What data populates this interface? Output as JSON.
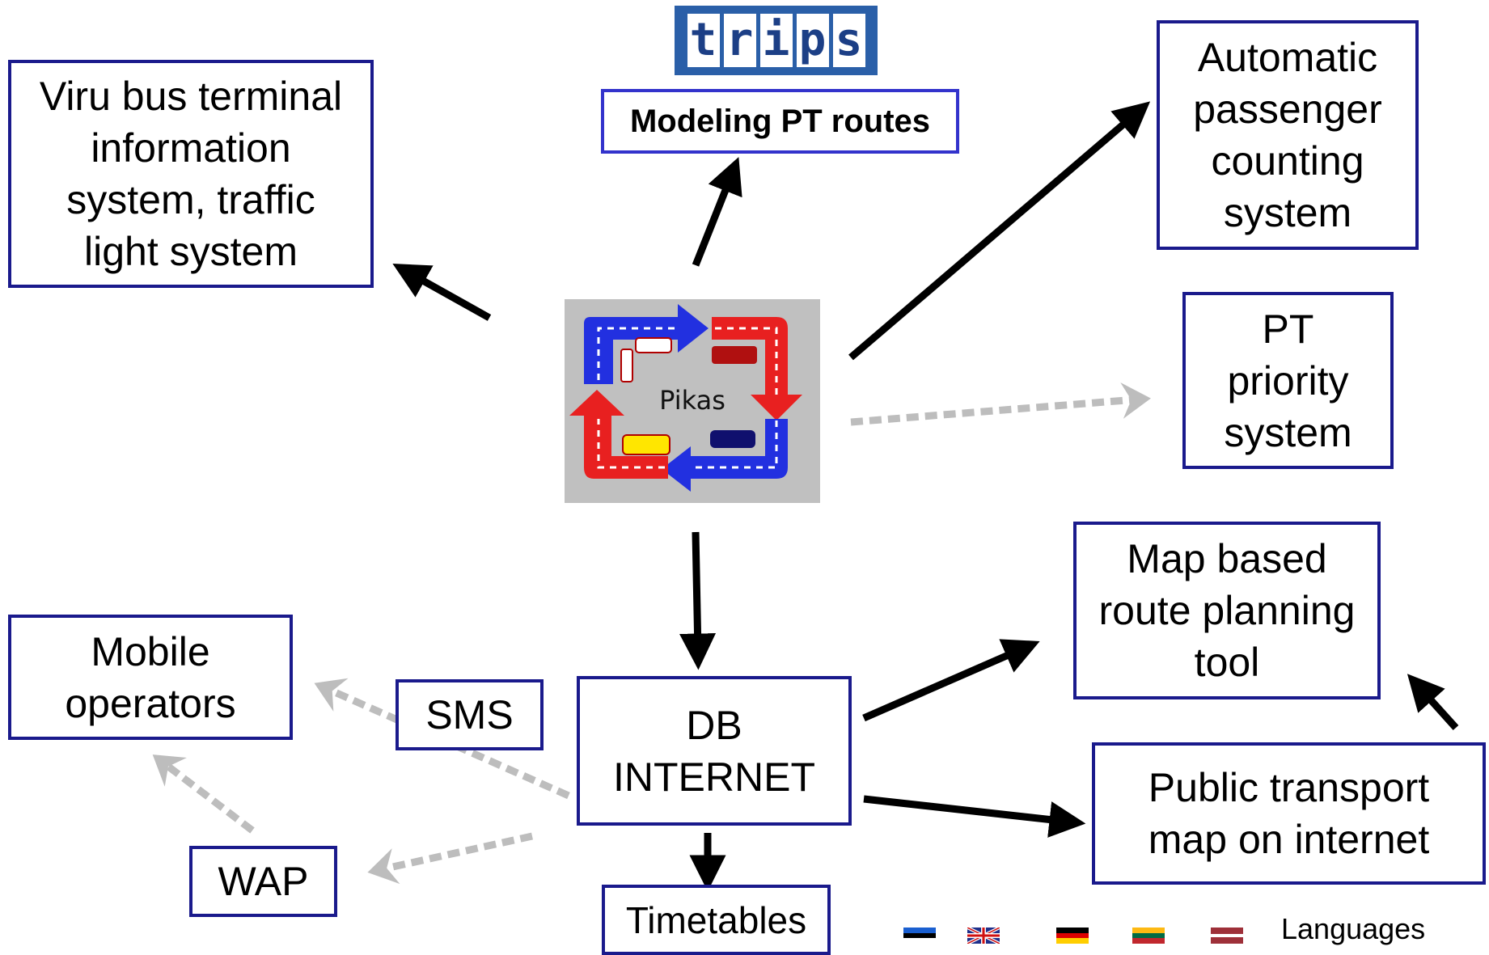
{
  "logo": {
    "text": "trips",
    "letters": [
      "t",
      "r",
      "i",
      "p",
      "s"
    ]
  },
  "center_image": {
    "label": "Pikas"
  },
  "boxes": {
    "modeling": "Modeling PT routes",
    "viru": "Viru bus terminal\ninformation\nsystem, traffic\nlight system",
    "apc": "Automatic\npassenger\ncounting\nsystem",
    "priority": "PT\npriority\nsystem",
    "map_planning": "Map based\nroute planning\ntool",
    "db": "DB\nINTERNET",
    "mobile": "Mobile\noperators",
    "sms": "SMS",
    "wap": "WAP",
    "timetables": "Timetables",
    "pt_map": "Public transport\nmap on internet"
  },
  "languages": {
    "label": "Languages",
    "flags": [
      "estonia-flag-icon",
      "uk-flag-icon",
      "germany-flag-icon",
      "lithuania-flag-icon",
      "latvia-flag-icon"
    ]
  },
  "colors": {
    "box_border": "#1a1a8c",
    "solid_arrow": "#000000",
    "dashed_arrow": "#bdbdbd",
    "logo_bg": "#2a5fa8"
  }
}
